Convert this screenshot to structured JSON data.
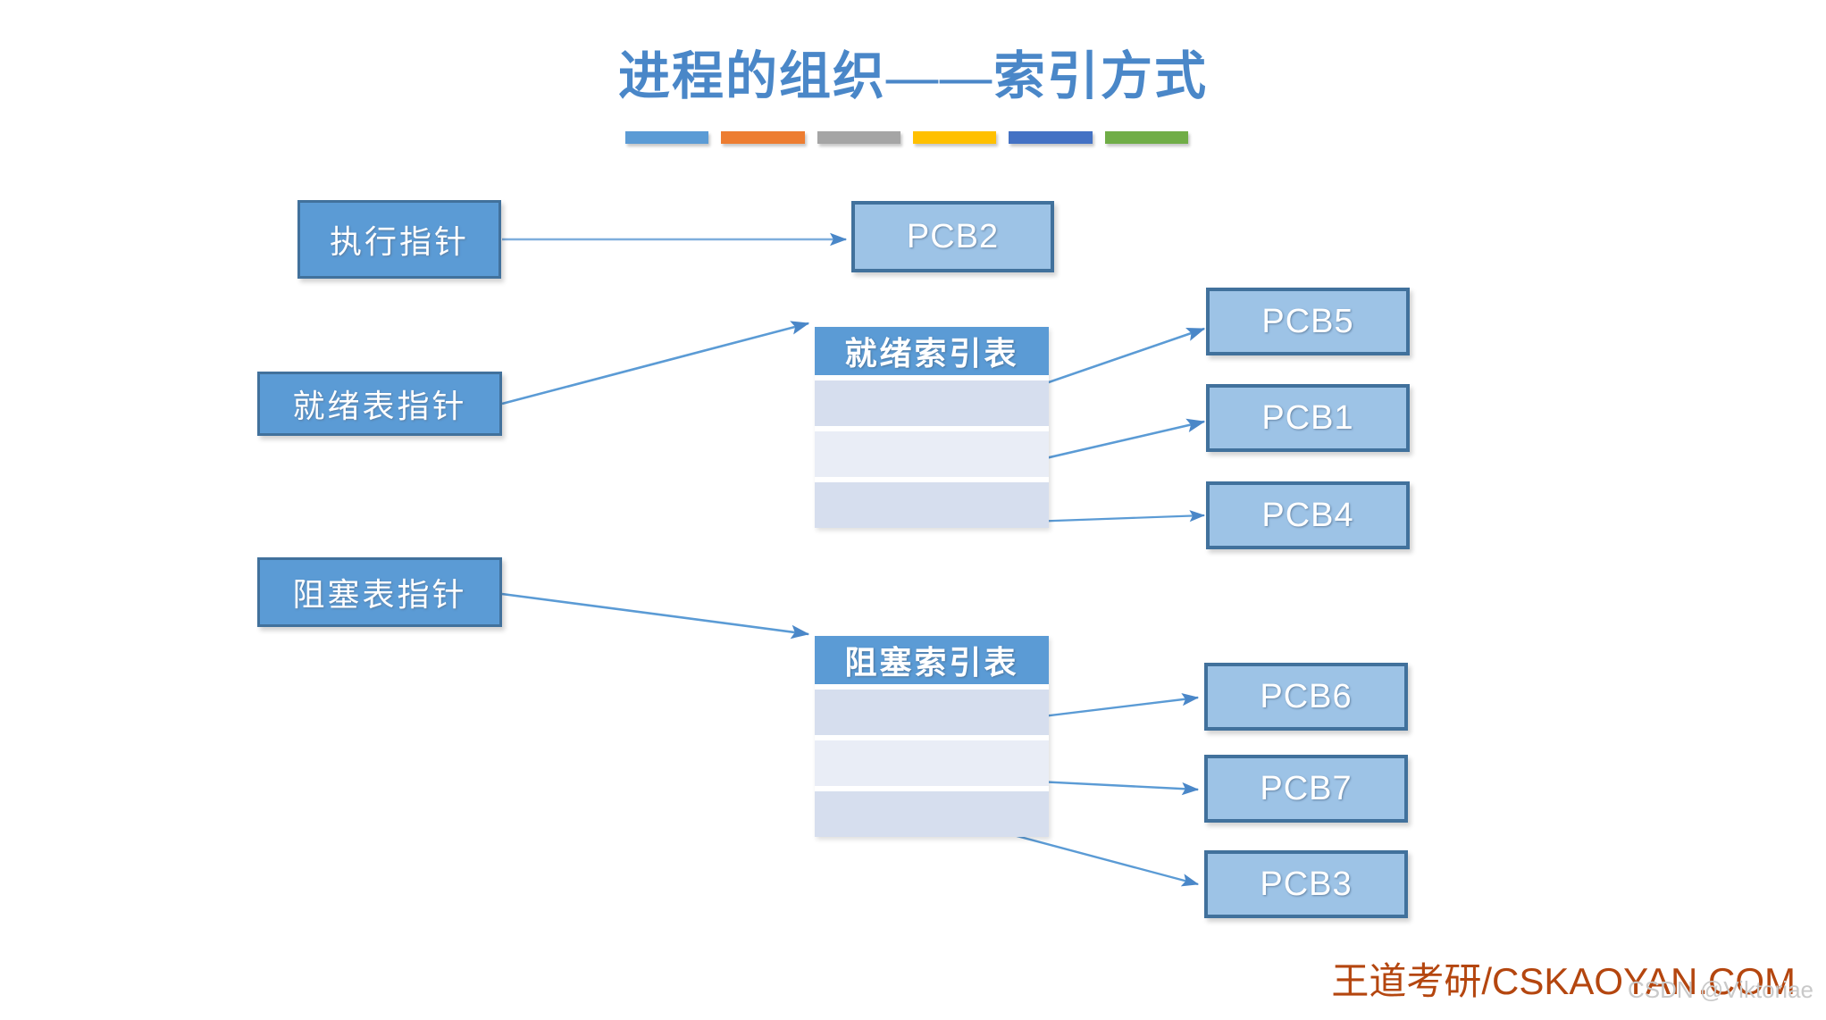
{
  "slide": {
    "title": "进程的组织——索引方式",
    "title_color": "#4A87C8",
    "background": "#ffffff",
    "accent_bar_colors": [
      "#5B9BD5",
      "#ED7D31",
      "#A5A5A5",
      "#FFC000",
      "#4472C4",
      "#70AD47"
    ]
  },
  "pointers": [
    {
      "id": "run-pointer",
      "label": "执行指针"
    },
    {
      "id": "ready-pointer",
      "label": "就绪表指针"
    },
    {
      "id": "blocked-pointer",
      "label": "阻塞表指针"
    }
  ],
  "tables": {
    "ready": {
      "header": "就绪索引表",
      "rows": [
        "",
        "",
        ""
      ],
      "header_fill": "#5B9BD5",
      "row_fill_a": "#D6DEEE",
      "row_fill_b": "#E9EDF6"
    },
    "blocked": {
      "header": "阻塞索引表",
      "rows": [
        "",
        "",
        ""
      ],
      "header_fill": "#5B9BD5",
      "row_fill_a": "#D6DEEE",
      "row_fill_b": "#E9EDF6"
    }
  },
  "pcbs": {
    "running": {
      "label": "PCB2"
    },
    "ready": [
      {
        "label": "PCB5"
      },
      {
        "label": "PCB1"
      },
      {
        "label": "PCB4"
      }
    ],
    "blocked": [
      {
        "label": "PCB6"
      },
      {
        "label": "PCB7"
      },
      {
        "label": "PCB3"
      }
    ]
  },
  "styles": {
    "pointer_fill": "#5B9BD5",
    "pointer_border": "#41719C",
    "pcb_fill": "#9DC3E6",
    "pcb_border": "#41719C",
    "connector_color": "#5B9BD5"
  },
  "footer": {
    "brand": "王道考研/CSKAOYAN.COM",
    "brand_color": "#B4460F",
    "watermark": "CSDN @Viktoriae"
  }
}
